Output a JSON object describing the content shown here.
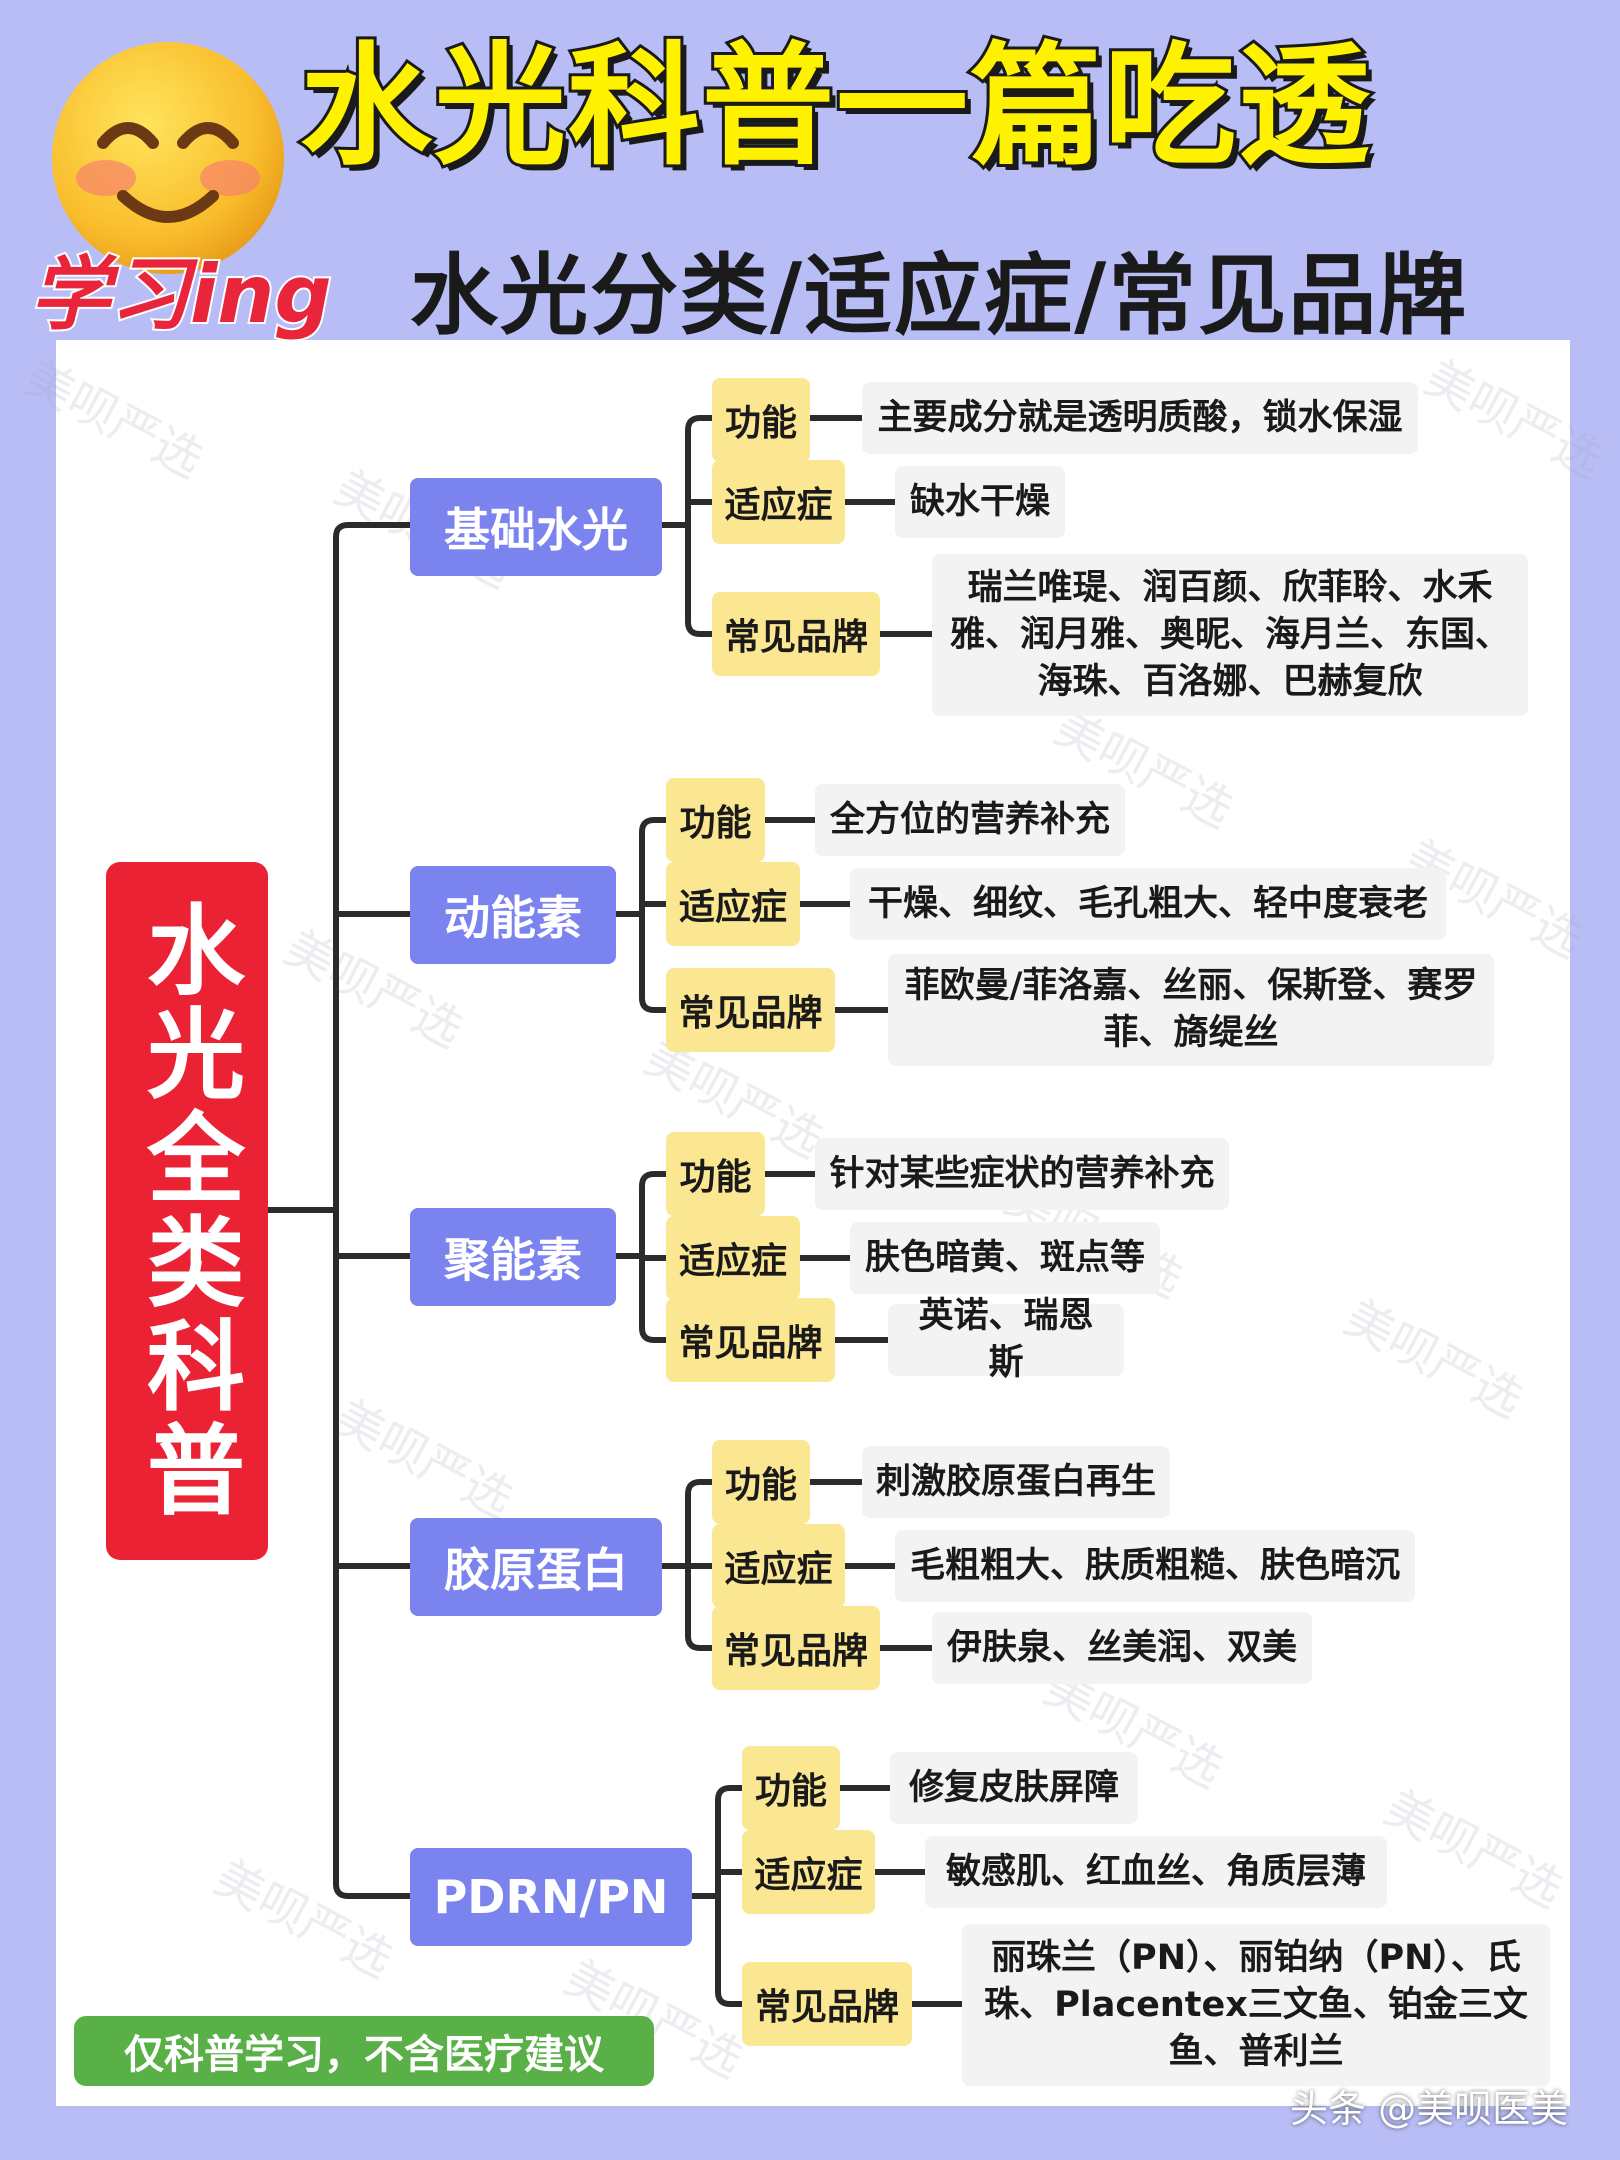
{
  "header": {
    "title": "水光科普一篇吃透",
    "subtitle": "水光分类/适应症/常见品牌",
    "badge": "学习ing",
    "emoji": "smiling-face-icon"
  },
  "mindmap": {
    "root": "水光全类科普",
    "categories": [
      {
        "name": "基础水光",
        "rows": [
          {
            "label": "功能",
            "value": "主要成分就是透明质酸，锁水保湿"
          },
          {
            "label": "适应症",
            "value": "缺水干燥"
          },
          {
            "label": "常见品牌",
            "value": "瑞兰唯瑅、润百颜、欣菲聆、水禾雅、润月雅、奥昵、海月兰、东国、海珠、百洛娜、巴赫复欣"
          }
        ]
      },
      {
        "name": "动能素",
        "rows": [
          {
            "label": "功能",
            "value": "全方位的营养补充"
          },
          {
            "label": "适应症",
            "value": "干燥、细纹、毛孔粗大、轻中度衰老"
          },
          {
            "label": "常见品牌",
            "value": "菲欧曼/菲洛嘉、丝丽、保斯登、赛罗菲、旖缇丝"
          }
        ]
      },
      {
        "name": "聚能素",
        "rows": [
          {
            "label": "功能",
            "value": "针对某些症状的营养补充"
          },
          {
            "label": "适应症",
            "value": "肤色暗黄、斑点等"
          },
          {
            "label": "常见品牌",
            "value": "英诺、瑞恩斯"
          }
        ]
      },
      {
        "name": "胶原蛋白",
        "rows": [
          {
            "label": "功能",
            "value": "刺激胶原蛋白再生"
          },
          {
            "label": "适应症",
            "value": "毛粗粗大、肤质粗糙、肤色暗沉"
          },
          {
            "label": "常见品牌",
            "value": "伊肤泉、丝美润、双美"
          }
        ]
      },
      {
        "name": "PDRN/PN",
        "rows": [
          {
            "label": "功能",
            "value": "修复皮肤屏障"
          },
          {
            "label": "适应症",
            "value": "敏感肌、红血丝、角质层薄"
          },
          {
            "label": "常见品牌",
            "value": "丽珠兰（PN）、丽铂纳（PN）、氏珠、Placentex三文鱼、铂金三文鱼、普利兰"
          }
        ]
      }
    ]
  },
  "footer": {
    "disclaimer": "仅科普学习，不含医疗建议",
    "credit": "头条 @美呗医美"
  },
  "watermark": "美呗严选",
  "colors": {
    "background": "#b8bdf5",
    "root": "#ea2234",
    "category": "#7b83ef",
    "label": "#fbe692",
    "value_box": "#f3f3f3",
    "disclaimer": "#58b046",
    "title": "#fff200"
  }
}
